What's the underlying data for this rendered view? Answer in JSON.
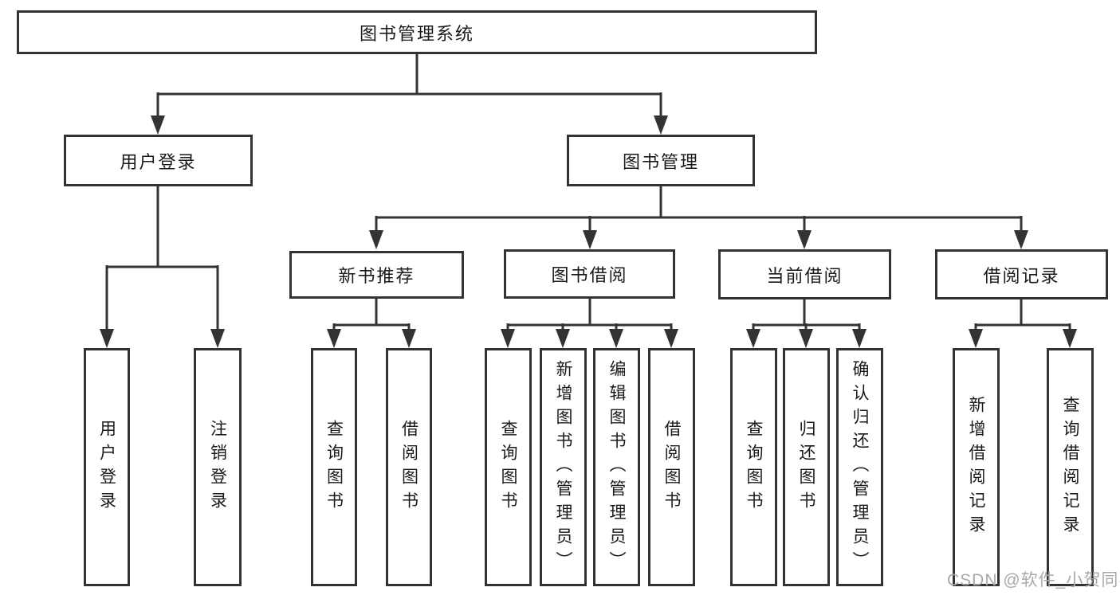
{
  "diagram": {
    "type": "tree",
    "root": {
      "label": "图书管理系统",
      "children": [
        {
          "label": "用户登录",
          "children": [
            {
              "label": "用户登录"
            },
            {
              "label": "注销登录"
            }
          ]
        },
        {
          "label": "图书管理",
          "children": [
            {
              "label": "新书推荐",
              "children": [
                {
                  "label": "查询图书"
                },
                {
                  "label": "借阅图书"
                }
              ]
            },
            {
              "label": "图书借阅",
              "children": [
                {
                  "label": "查询图书"
                },
                {
                  "label": "新增图书（管理员）"
                },
                {
                  "label": "编辑图书（管理员）"
                },
                {
                  "label": "借阅图书"
                }
              ]
            },
            {
              "label": "当前借阅",
              "children": [
                {
                  "label": "查询图书"
                },
                {
                  "label": "归还图书"
                },
                {
                  "label": "确认归还（管理员）"
                }
              ]
            },
            {
              "label": "借阅记录",
              "children": [
                {
                  "label": "新增借阅记录"
                },
                {
                  "label": "查询借阅记录"
                }
              ]
            }
          ]
        }
      ]
    }
  },
  "watermark": {
    "text": "CSDN @软件_小贺同学"
  },
  "colors": {
    "line": "#333333",
    "text": "#1a1a1a",
    "watermark": "#a9a9a9",
    "background": "#ffffff"
  }
}
